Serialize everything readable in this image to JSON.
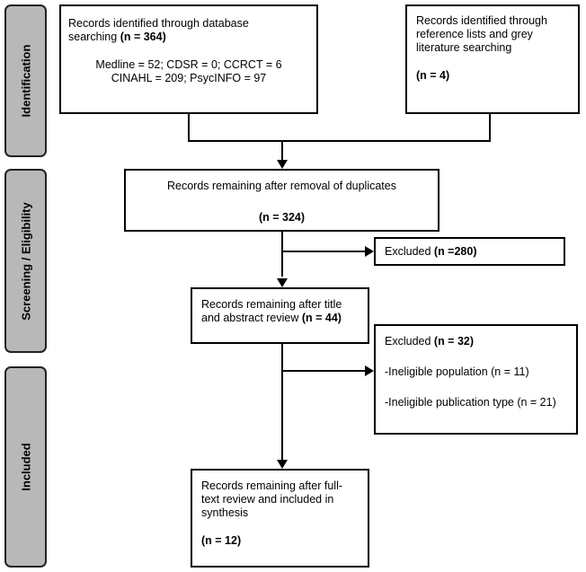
{
  "stages": {
    "identification": "Identification",
    "screening": "Screening / Eligibility",
    "included": "Included"
  },
  "boxes": {
    "database": {
      "line1": "Records identified through database",
      "line2_prefix": "searching ",
      "count": "(n = 364)",
      "detail1": "Medline = 52; CDSR = 0; CCRCT = 6",
      "detail2": "CINAHL = 209; PsycINFO = 97"
    },
    "reference": {
      "line1": "Records identified through",
      "line2": "reference lists and grey",
      "line3": "literature searching",
      "count": "(n = 4)"
    },
    "duplicates": {
      "line1": "Records remaining after removal of duplicates",
      "count": "(n = 324)"
    },
    "excluded1": {
      "prefix": "Excluded ",
      "count": "(n =280)"
    },
    "title_abstract": {
      "line1": "Records remaining after title",
      "line2_prefix": "and abstract review ",
      "count": "(n = 44)"
    },
    "excluded2": {
      "prefix": "Excluded ",
      "count": "(n = 32)",
      "reason1": "-Ineligible population (n = 11)",
      "reason2": "-Ineligible publication type (n = 21)"
    },
    "fulltext": {
      "line1": "Records remaining after full-",
      "line2": "text review and included in",
      "line3": "synthesis",
      "count": "(n = 12)"
    }
  }
}
